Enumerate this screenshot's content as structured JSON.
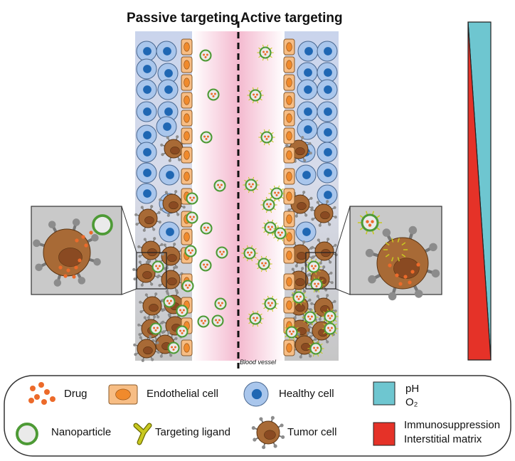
{
  "headers": {
    "passive": "Passive targeting",
    "active": "Active targeting"
  },
  "vessel_label": "Blood vessel",
  "legend": {
    "drug": "Drug",
    "endothelial": "Endothelial cell",
    "healthy": "Healthy cell",
    "nanoparticle": "Nanoparticle",
    "ligand": "Targeting ligand",
    "tumor": "Tumor cell",
    "gradient_top_line1": "pH",
    "gradient_top_line2": "O₂",
    "gradient_bottom_line1": "Immunosuppression",
    "gradient_bottom_line2": "Interstitial matrix"
  },
  "colors": {
    "healthy_cell": "#a9c6ec",
    "healthy_nucleus": "#1f67b3",
    "endothelial": "#f7bd84",
    "endothelial_nucleus": "#f08a2c",
    "tumor": "#a86a36",
    "tumor_nucleus": "#8a4a22",
    "drug": "#ec6a2a",
    "nanoparticle_ring": "#4d9a35",
    "ligand": "#c8c820",
    "ph_o2": "#6ec6d0",
    "immuno_matrix": "#e53228",
    "vessel_pink": "#f6c3d6"
  }
}
